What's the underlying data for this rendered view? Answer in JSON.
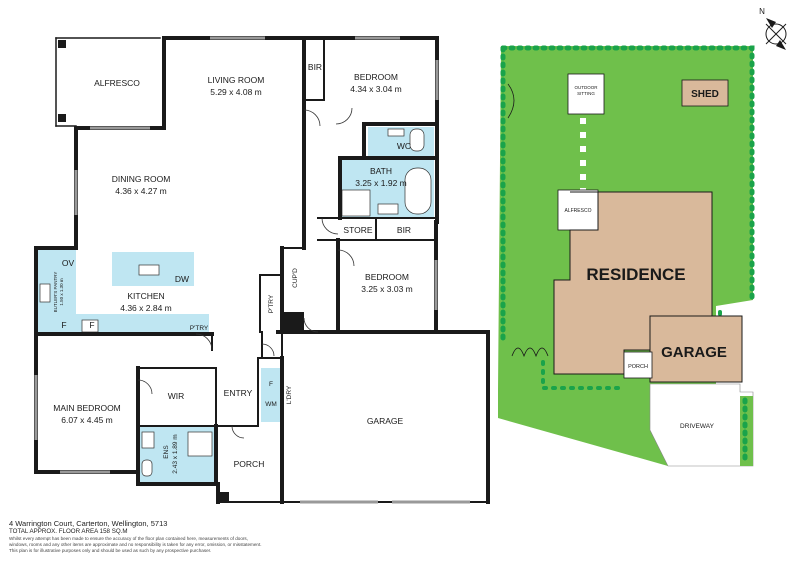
{
  "rooms": {
    "alfresco": {
      "name": "ALFRESCO"
    },
    "living": {
      "name": "LIVING ROOM",
      "size": "5.29 x 4.08 m"
    },
    "bir_top": {
      "name": "BIR"
    },
    "bedroom_top": {
      "name": "BEDROOM",
      "size": "4.34 x 3.04 m"
    },
    "wc": {
      "name": "WC"
    },
    "dining": {
      "name": "DINING ROOM",
      "size": "4.36 x 4.27 m"
    },
    "bath": {
      "name": "BATH",
      "size": "3.25 x 1.92 m"
    },
    "store": {
      "name": "STORE"
    },
    "bir_mid": {
      "name": "BIR"
    },
    "ov": {
      "name": "OV"
    },
    "dw": {
      "name": "DW"
    },
    "butlers": {
      "name": "BUTLER'S PANTRY",
      "size": "1.50 x 1.30 m"
    },
    "kitchen": {
      "name": "KITCHEN",
      "size": "4.36 x 2.84 m"
    },
    "f1": {
      "name": "F"
    },
    "f2": {
      "name": "F"
    },
    "pantry_kitchen": {
      "name": "P'TRY"
    },
    "pantry_hall": {
      "name": "P'TRY"
    },
    "cupd": {
      "name": "CUP'D"
    },
    "bedroom_mid": {
      "name": "BEDROOM",
      "size": "3.25 x 3.03 m"
    },
    "main_bedroom": {
      "name": "MAIN BEDROOM",
      "size": "6.07 x 4.45 m"
    },
    "wir": {
      "name": "WIR"
    },
    "entry": {
      "name": "ENTRY"
    },
    "f_laundry": {
      "name": "F"
    },
    "wm": {
      "name": "WM"
    },
    "laundry": {
      "name": "L'DRY"
    },
    "garage": {
      "name": "GARAGE"
    },
    "ens": {
      "name": "ENS",
      "size": "2.43 x 1.89 m"
    },
    "porch": {
      "name": "PORCH"
    }
  },
  "site": {
    "compass": "N",
    "outdoor_sitting": {
      "line1": "OUTDOOR",
      "line2": "SITTING"
    },
    "shed": "SHED",
    "alfresco": "ALFRESCO",
    "residence": "RESIDENCE",
    "garage": "GARAGE",
    "porch": "PORCH",
    "driveway": "DRIVEWAY"
  },
  "footer": {
    "address": "4 Warrington Court, Carterton, Wellington, 5713",
    "total_area": "TOTAL APPROX. FLOOR AREA 158 SQ.M",
    "disclaimer_1": "Whilst every attempt has been made to ensure the accuracy of the floor plan contained here, measurements of doors,",
    "disclaimer_2": "windows, rooms and any other items are approximate and no responsibility is taken for any error, omission, or misstatement.",
    "disclaimer_3": "This plan is for illustrative purposes only and should be used as such by any prospective purchaser."
  },
  "colors": {
    "wall": "#1a1a1a",
    "wet_area": "#bfe6f2",
    "lawn": "#6fc04b",
    "hedge": "#1aa34a",
    "residence": "#d9b99b",
    "shed": "#d9b99b",
    "paving": "#ffffff"
  }
}
